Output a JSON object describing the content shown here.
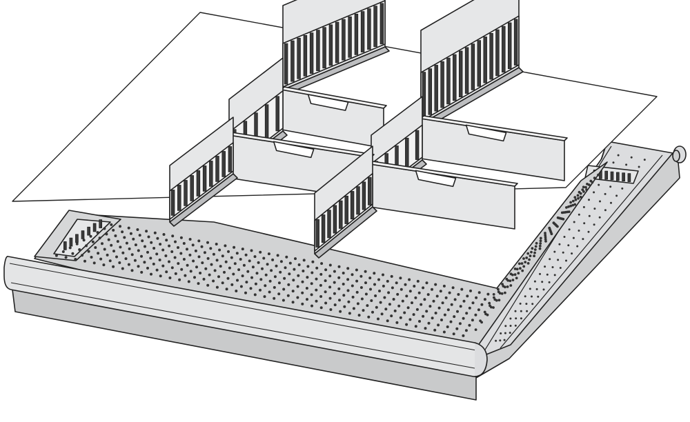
{
  "illustration": {
    "subject": "drawer-with-divider-insert-exploded-view"
  },
  "colors": {
    "outline": "#222222",
    "drawer_grey": "#cfd0d1",
    "drawer_light": "#e2e3e4",
    "drawer_dark": "#b7b8ba",
    "divider_fill": "#e6e7e8",
    "slot_strip": "#3a3a3a",
    "hole": "#333333",
    "mat": "#ffffff",
    "background": "#ffffff"
  },
  "parts": {
    "drawer": "drawer",
    "mat": "liner-mat",
    "long_dividers": 4,
    "cross_dividers": 4
  }
}
